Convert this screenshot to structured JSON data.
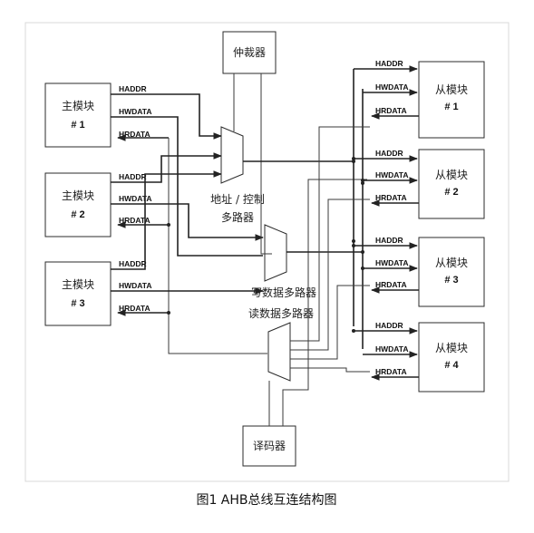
{
  "diagram": {
    "masters": [
      {
        "label": "主模块",
        "num": "# 1",
        "signals": [
          "HADDR",
          "HWDATA",
          "HRDATA"
        ]
      },
      {
        "label": "主模块",
        "num": "# 2",
        "signals": [
          "HADDR",
          "HWDATA",
          "HRDATA"
        ]
      },
      {
        "label": "主模块",
        "num": "# 3",
        "signals": [
          "HADDR",
          "HWDATA",
          "HRDATA"
        ]
      }
    ],
    "slaves": [
      {
        "label": "从模块",
        "num": "# 1",
        "signals": [
          "HADDR",
          "HWDATA",
          "HRDATA"
        ]
      },
      {
        "label": "从模块",
        "num": "# 2",
        "signals": [
          "HADDR",
          "HWDATA",
          "HRDATA"
        ]
      },
      {
        "label": "从模块",
        "num": "# 3",
        "signals": [
          "HADDR",
          "HWDATA",
          "HRDATA"
        ]
      },
      {
        "label": "从模块",
        "num": "# 4",
        "signals": [
          "HADDR",
          "HWDATA",
          "HRDATA"
        ]
      }
    ],
    "arbiter": "仲裁器",
    "decoder": "译码器",
    "mux_addr_line1": "地址 / 控制",
    "mux_addr_line2": "多路器",
    "mux_wdata": "写数据多路器",
    "mux_rdata": "读数据多路器"
  },
  "caption": "图1   AHB总线互连结构图"
}
